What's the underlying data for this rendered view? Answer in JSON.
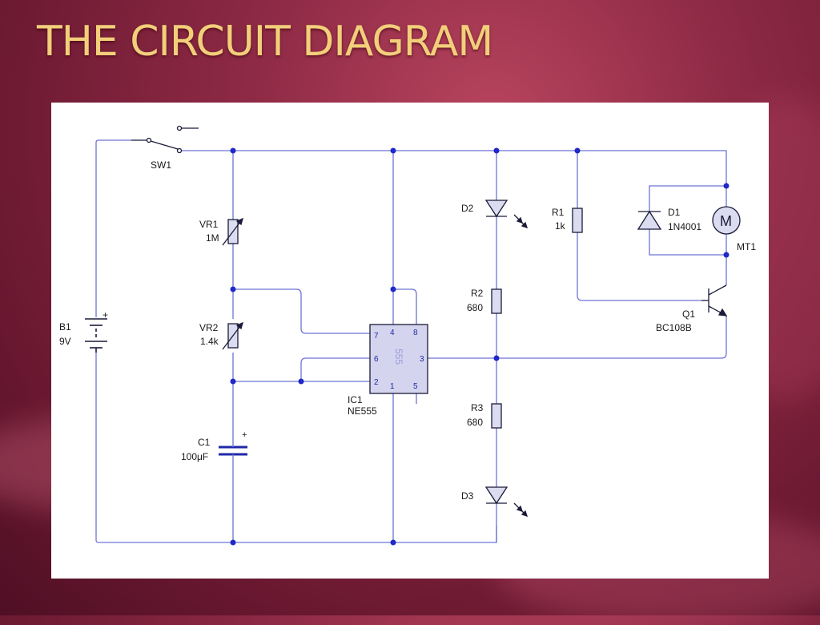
{
  "slide": {
    "title": "THE CIRCUIT DIAGRAM"
  },
  "colors": {
    "wire": "#6d74d4",
    "node": "#1f28c8",
    "label": "#1a1a1a",
    "title": "#f2cf7a"
  },
  "diagram": {
    "sw1": "SW1",
    "b1_name": "B1",
    "b1_value": "9V",
    "b1_plus": "+",
    "vr1_name": "VR1",
    "vr1_value": "1M",
    "vr2_name": "VR2",
    "vr2_value": "1.4k",
    "c1_name": "C1",
    "c1_value": "100μF",
    "c1_plus": "+",
    "ic1_name": "IC1",
    "ic1_value": "NE555",
    "ic_text": "555",
    "pins": {
      "p1": "1",
      "p2": "2",
      "p3": "3",
      "p4": "4",
      "p5": "5",
      "p6": "6",
      "p7": "7",
      "p8": "8"
    },
    "d2_name": "D2",
    "r2_name": "R2",
    "r2_value": "680",
    "r3_name": "R3",
    "r3_value": "680",
    "d3_name": "D3",
    "r1_name": "R1",
    "r1_value": "1k",
    "d1_name": "D1",
    "d1_value": "1N4001",
    "mt1_name": "MT1",
    "motor_symbol": "M",
    "q1_name": "Q1",
    "q1_value": "BC108B"
  }
}
